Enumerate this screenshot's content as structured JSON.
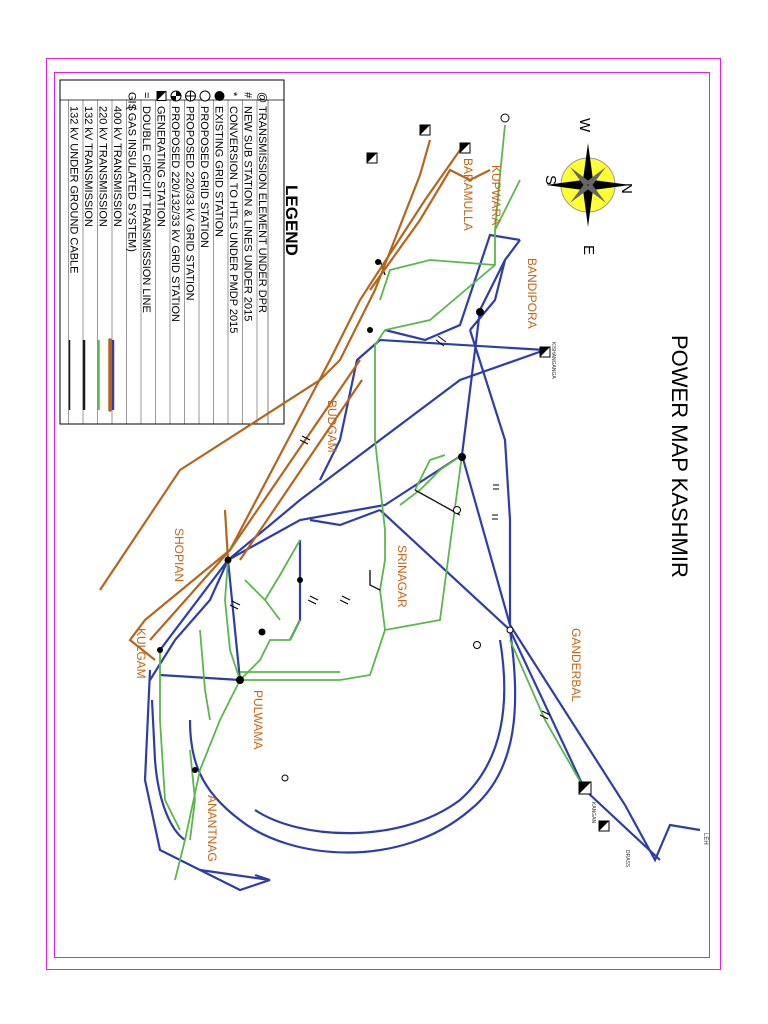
{
  "map": {
    "title": "POWER MAP KASHMIR",
    "compass": {
      "n": "N",
      "s": "S",
      "e": "E",
      "w": "W"
    },
    "districts": [
      "KUPWARA",
      "BARAMULLA",
      "BANDIPORA",
      "BUDGAM",
      "SRINAGAR",
      "GANDERBAL",
      "SHOPIAN",
      "KULGAM",
      "PULWAMA",
      "ANANTNAG"
    ],
    "place_labels": [
      "LEH",
      "KISHANGANGA",
      "KANGAN",
      "DRASS"
    ],
    "colors": {
      "kv400": "#2e3da8",
      "kv220": "#5ab84a",
      "kv132": "#1a1a1a",
      "dpr": "#b5651d",
      "frame": "#e61ee6"
    }
  },
  "legend": {
    "title": "LEGEND",
    "items": [
      {
        "symbol": "@",
        "label": "TRANSMISSION ELEMENT UNDER DPR"
      },
      {
        "symbol": "#",
        "label": "NEW SUB STATION & LINES UNDER 2015"
      },
      {
        "symbol": "*",
        "label": "CONVERSION TO HTLS UNDER PMDP 2015"
      },
      {
        "symbol": "filled-circle-icon",
        "label": "EXISTING GRID STATION"
      },
      {
        "symbol": "open-circle-icon",
        "label": "PROPOSED GRID STATION"
      },
      {
        "symbol": "crossed-circle-icon",
        "label": "PROPOSED 220/33 kV GRID STATION"
      },
      {
        "symbol": "quartered-circle-icon",
        "label": "PROPOSED 220/132/33 kV GRID STATION"
      },
      {
        "symbol": "half-square-icon",
        "label": "GENERATING STATION"
      },
      {
        "symbol": "=",
        "label": "DOUBLE CIRCUIT TRANSMISSION LINE"
      },
      {
        "symbol": "GIS",
        "label": "( GAS INSULATED SYSTEM)"
      },
      {
        "symbol": "",
        "label": "400 kV TRANSMISSION"
      },
      {
        "symbol": "",
        "label": "220 kV TRANSMISSION"
      },
      {
        "symbol": "",
        "label": "132 kV TRANSMISSION"
      },
      {
        "symbol": "",
        "label": "132 kV UNDER GROUND CABLE"
      }
    ]
  }
}
